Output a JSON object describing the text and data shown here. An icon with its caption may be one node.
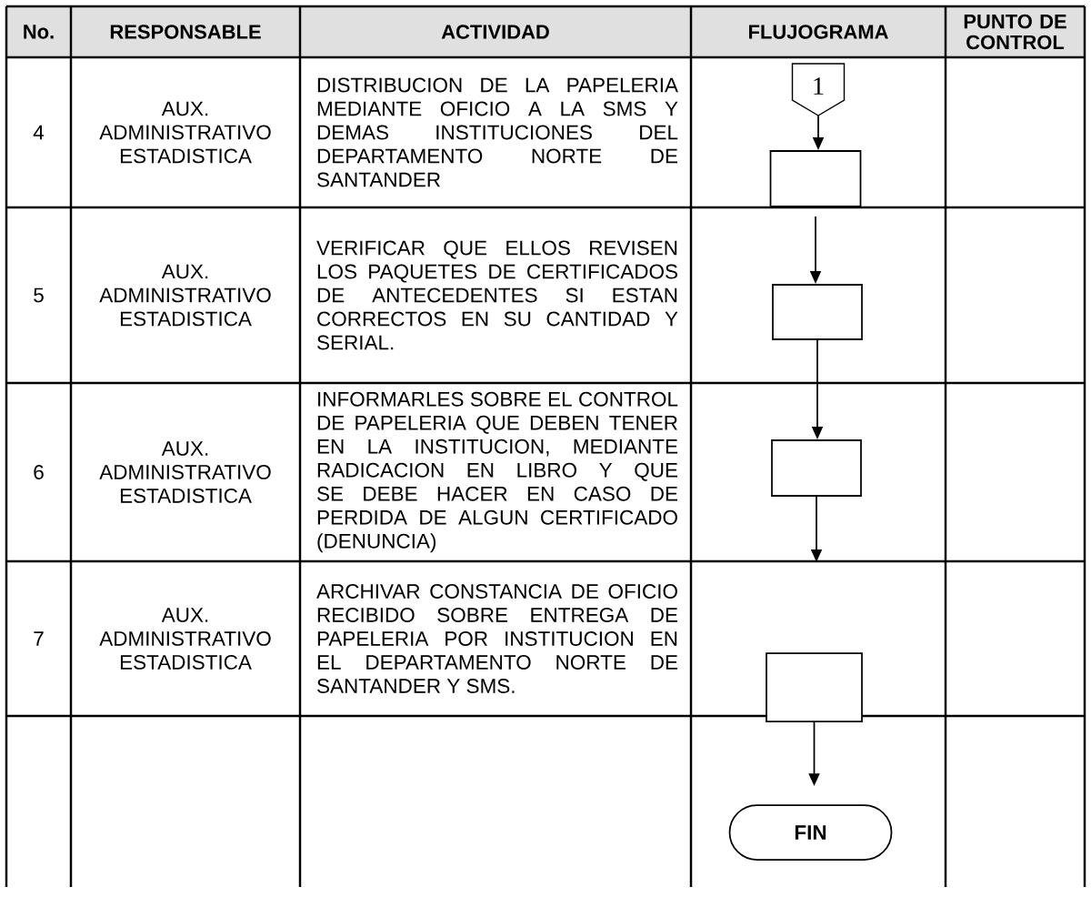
{
  "diagram": {
    "nodes": [
      {
        "text": [
          "1"
        ]
      },
      {
        "text": [],
        "shape": "box"
      },
      {
        "text": [],
        "shape": "box"
      },
      {
        "text": [],
        "shape": "box"
      },
      {
        "text": [],
        "shape": "box"
      },
      {
        "text": [
          "FIN"
        ]
      }
    ],
    "edges": [
      {
        "from": 0,
        "to": 1,
        "arrow": "to"
      },
      {
        "from": 1,
        "to": 2,
        "arrow": "to"
      },
      {
        "from": 2,
        "to": 3,
        "arrow": "to"
      },
      {
        "from": 3,
        "to": null,
        "arrow": "to"
      },
      {
        "from": 4,
        "to": 5,
        "arrow": "to"
      }
    ],
    "labels": [
      "No.",
      "RESPONSABLE",
      "ACTIVIDAD",
      "FLUJOGRAMA",
      "PUNTO DE CONTROL",
      "4",
      "AUX. ADMINISTRATIVO ESTADISTICA",
      "DISTRIBUCION DE LA PAPELERIA MEDIANTE OFICIO A LA SMS Y DEMAS INSTITUCIONES DEL DEPARTAMENTO NORTE DE SANTANDER",
      "5",
      "AUX. ADMINISTRATIVO ESTADISTICA",
      "VERIFICAR QUE ELLOS REVISEN LOS PAQUETES DE CERTIFICADOS DE ANTECEDENTES SI ESTAN CORRECTOS EN SU CANTIDAD Y SERIAL.",
      "6",
      "AUX. ADMINISTRATIVO ESTADISTICA",
      "INFORMARLES SOBRE EL CONTROL DE PAPELERIA QUE DEBEN TENER EN LA INSTITUCION, MEDIANTE RADICACION EN LIBRO Y QUE SE DEBE HACER EN CASO DE PERDIDA DE ALGUN CERTIFICADO (DENUNCIA)",
      "7",
      "AUX. ADMINISTRATIVO ESTADISTICA",
      "ARCHIVAR CONSTANCIA DE OFICIO RECIBIDO SOBRE ENTREGA DE PAPELERIA POR INSTITUCION EN EL DEPARTAMENTO NORTE DE SANTANDER Y SMS."
    ]
  }
}
